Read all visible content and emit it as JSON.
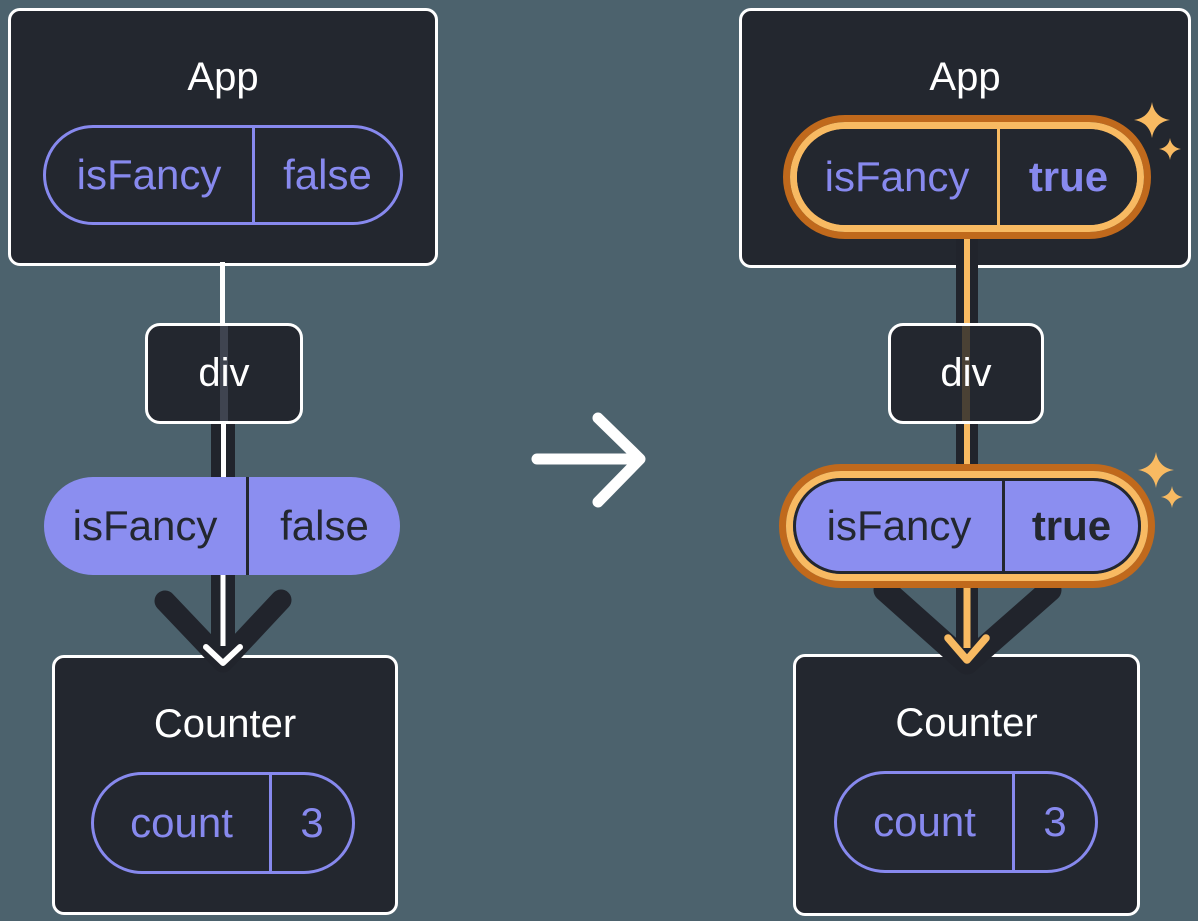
{
  "colors": {
    "background": "#4c626d",
    "panel": "#23272f",
    "panel_border": "#ffffff",
    "purple": "#8789ee",
    "purple_fill": "#8b8ef0",
    "dark_text": "#23272f",
    "arrow_dark": "#21242c",
    "highlight_orange_dark": "#c0691c",
    "highlight_orange_light": "#f8ba62",
    "white": "#ffffff"
  },
  "left_tree": {
    "app": {
      "title": "App",
      "state": {
        "key": "isFancy",
        "value": "false"
      }
    },
    "div_node": {
      "title": "div"
    },
    "prop": {
      "key": "isFancy",
      "value": "false"
    },
    "counter": {
      "title": "Counter",
      "state": {
        "key": "count",
        "value": "3"
      }
    }
  },
  "right_tree": {
    "app": {
      "title": "App",
      "state": {
        "key": "isFancy",
        "value": "true"
      }
    },
    "div_node": {
      "title": "div"
    },
    "prop": {
      "key": "isFancy",
      "value": "true"
    },
    "counter": {
      "title": "Counter",
      "state": {
        "key": "count",
        "value": "3"
      }
    }
  }
}
